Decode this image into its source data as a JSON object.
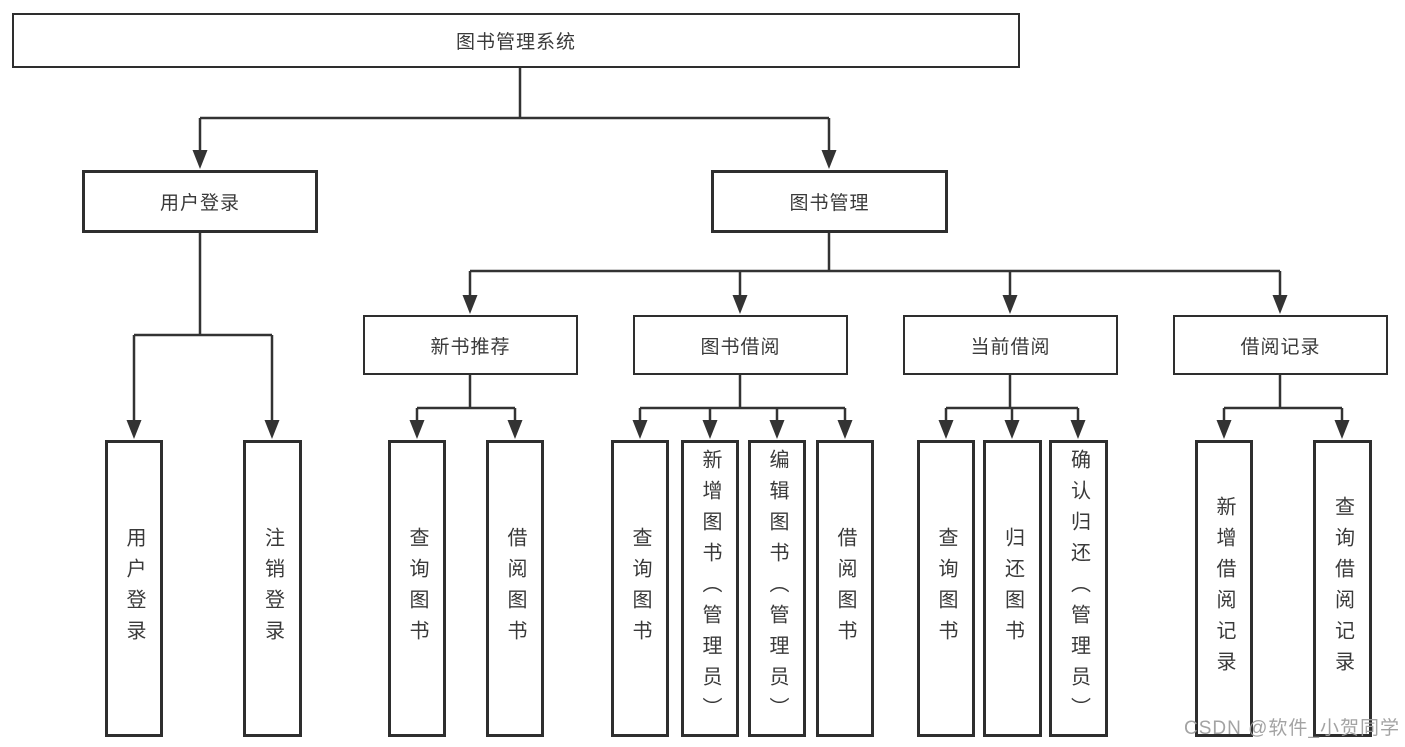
{
  "diagram": {
    "title": "图书管理系统",
    "branches": {
      "user": {
        "label": "用户登录",
        "children": [
          {
            "label": "用户登录"
          },
          {
            "label": "注销登录"
          }
        ]
      },
      "books": {
        "label": "图书管理",
        "sections": [
          {
            "label": "新书推荐",
            "children": [
              {
                "label": "查询图书"
              },
              {
                "label": "借阅图书"
              }
            ]
          },
          {
            "label": "图书借阅",
            "children": [
              {
                "label": "查询图书"
              },
              {
                "label": "新增图书（管理员）"
              },
              {
                "label": "编辑图书（管理员）"
              },
              {
                "label": "借阅图书"
              }
            ]
          },
          {
            "label": "当前借阅",
            "children": [
              {
                "label": "查询图书"
              },
              {
                "label": "归还图书"
              },
              {
                "label": "确认归还（管理员）"
              }
            ]
          },
          {
            "label": "借阅记录",
            "children": [
              {
                "label": "新增借阅记录"
              },
              {
                "label": "查询借阅记录"
              }
            ]
          }
        ]
      }
    },
    "line_color": "#333333",
    "watermark": "CSDN @软件_小贺同学"
  }
}
